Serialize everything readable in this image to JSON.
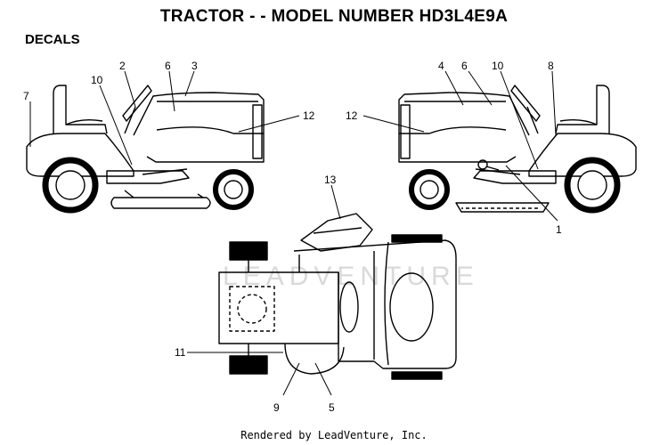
{
  "title": "TRACTOR - - MODEL NUMBER HD3L4E9A",
  "section_label": "DECALS",
  "footer": "Rendered by LeadVenture, Inc.",
  "watermark": "LEADVENTURE",
  "callouts": {
    "left_tractor": [
      "7",
      "2",
      "10",
      "6",
      "3",
      "12"
    ],
    "right_tractor": [
      "12",
      "4",
      "6",
      "10",
      "8",
      "1"
    ],
    "top_view": [
      "13",
      "11",
      "9",
      "5"
    ]
  }
}
